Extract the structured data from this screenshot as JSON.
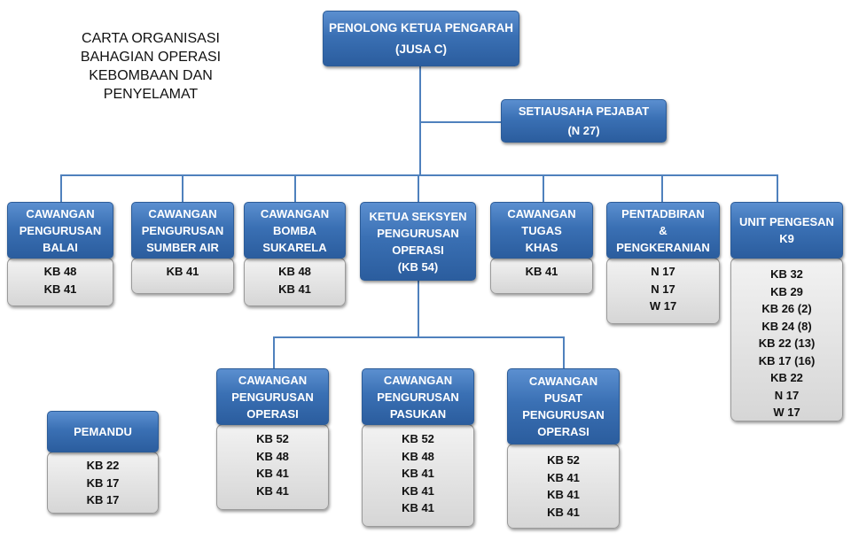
{
  "title": [
    "CARTA ORGANISASI",
    "BAHAGIAN OPERASI",
    "KEBOMBAAN DAN",
    "PENYELAMAT"
  ],
  "colors": {
    "head": "#3a70b4",
    "line": "#4f81bd",
    "body": "#e0e0e0"
  },
  "top": {
    "lines": [
      "PENOLONG KETUA PENGARAH",
      "(JUSA C)"
    ]
  },
  "secretary": {
    "lines": [
      "SETIAUSAHA PEJABAT",
      "(N 27)"
    ]
  },
  "balai": {
    "lines": [
      "CAWANGAN",
      "PENGURUSAN",
      "BALAI"
    ],
    "grades": [
      "KB 48",
      "KB 41"
    ]
  },
  "sumber_air": {
    "lines": [
      "CAWANGAN",
      "PENGURUSAN",
      "SUMBER AIR"
    ],
    "grades": [
      "KB 41"
    ]
  },
  "bomba_sukarela": {
    "lines": [
      "CAWANGAN",
      "BOMBA",
      "SUKARELA"
    ],
    "grades": [
      "KB 48",
      "KB 41"
    ]
  },
  "ketua_seksyen": {
    "lines": [
      "KETUA SEKSYEN",
      "PENGURUSAN",
      "OPERASI",
      "(KB 54)"
    ]
  },
  "tugas_khas": {
    "lines": [
      "CAWANGAN",
      "TUGAS",
      "KHAS"
    ],
    "grades": [
      "KB 41"
    ]
  },
  "pentadbiran": {
    "lines": [
      "PENTADBIRAN",
      "&",
      "PENGKERANIAN"
    ],
    "grades": [
      "N 17",
      "N 17",
      "W 17"
    ]
  },
  "k9": {
    "lines": [
      "UNIT PENGESAN",
      "K9"
    ],
    "grades": [
      "KB 32",
      "KB 29",
      "KB 26 (2)",
      "KB 24 (8)",
      "KB 22 (13)",
      "KB 17 (16)",
      "KB 22",
      "N 17",
      "W 17"
    ]
  },
  "operasi": {
    "lines": [
      "CAWANGAN",
      "PENGURUSAN",
      "OPERASI"
    ],
    "grades": [
      "KB 52",
      "KB 48",
      "KB 41",
      "KB 41"
    ]
  },
  "pasukan": {
    "lines": [
      "CAWANGAN",
      "PENGURUSAN",
      "PASUKAN"
    ],
    "grades": [
      "KB 52",
      "KB 48",
      "KB 41",
      "KB 41",
      "KB 41"
    ]
  },
  "pusat": {
    "lines": [
      "CAWANGAN",
      "PUSAT",
      "PENGURUSAN",
      "OPERASI"
    ],
    "grades": [
      "KB 52",
      "KB 41",
      "KB 41",
      "KB 41"
    ]
  },
  "pemandu": {
    "lines": [
      "PEMANDU"
    ],
    "grades": [
      "KB 22",
      "KB 17",
      "KB 17"
    ]
  }
}
